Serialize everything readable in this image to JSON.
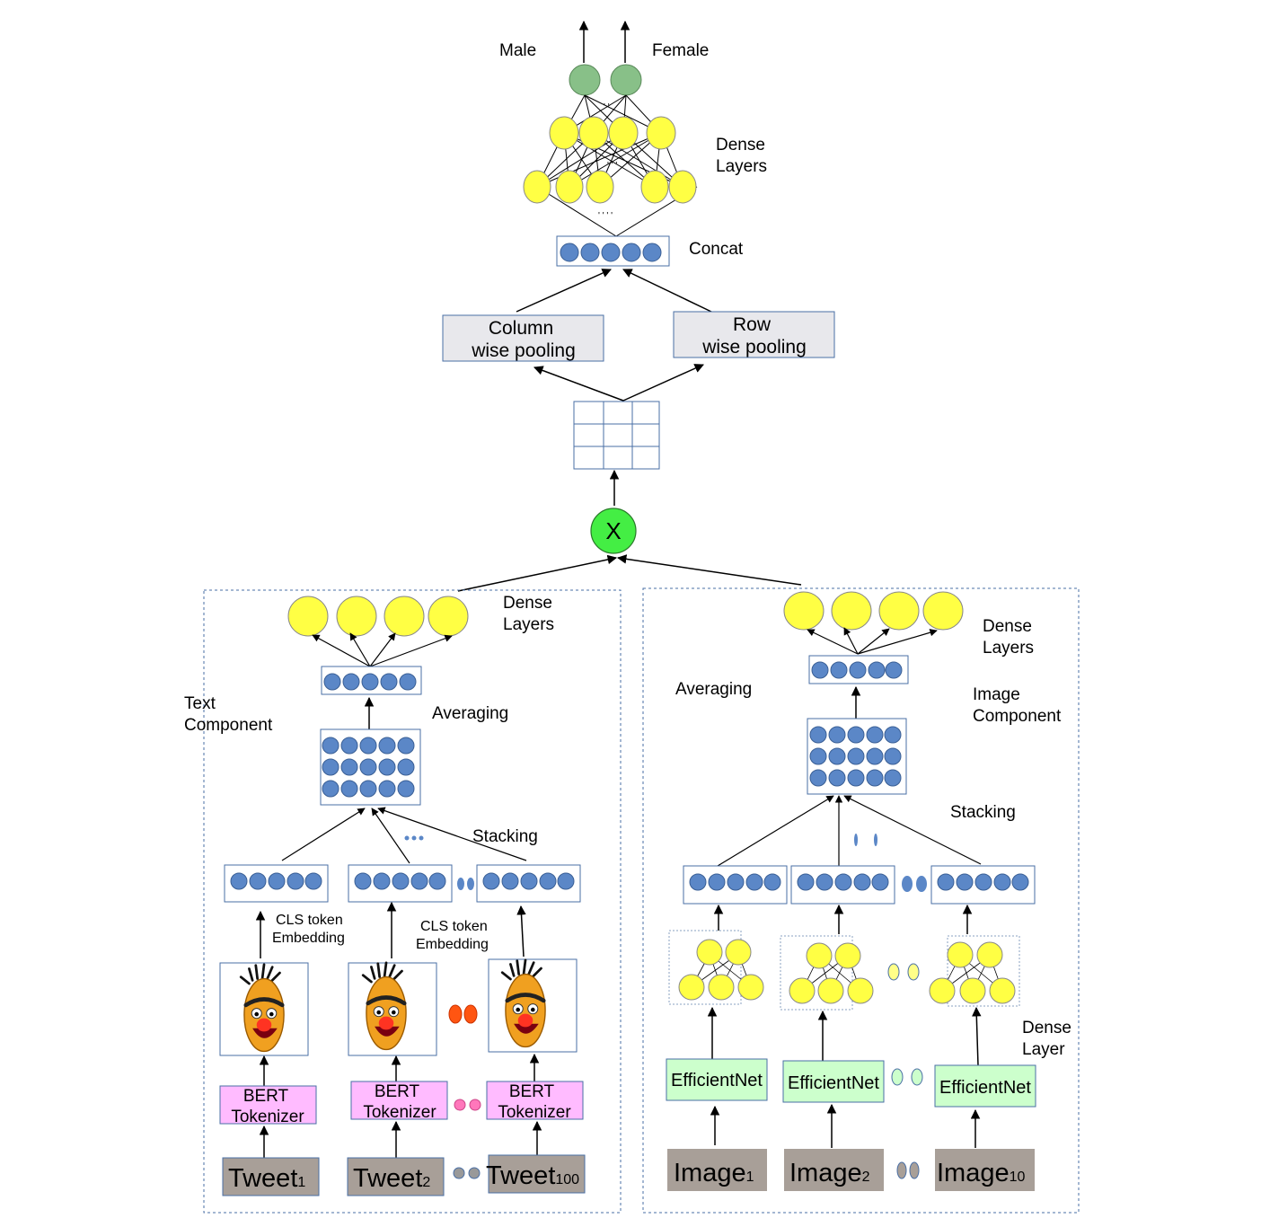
{
  "top": {
    "out_left": "Male",
    "out_right": "Female",
    "dense_line1": "Dense",
    "dense_line2": "Layers",
    "concat": "Concat",
    "col_pool_line1": "Column",
    "col_pool_line2": "wise pooling",
    "row_pool_line1": "Row",
    "row_pool_line2": "wise pooling",
    "multiply": "X"
  },
  "text_component": {
    "title_line1": "Text",
    "title_line2": "Component",
    "dense_line1": "Dense",
    "dense_line2": "Layers",
    "averaging": "Averaging",
    "stacking": "Stacking",
    "cls_line1": "CLS token",
    "cls_line2": "Embedding",
    "tokenizer_line1": "BERT",
    "tokenizer_line2": "Tokenizer",
    "tweets": [
      {
        "base": "Tweet",
        "sub": "1"
      },
      {
        "base": "Tweet",
        "sub": "2"
      },
      {
        "base": "Tweet",
        "sub": "100"
      }
    ]
  },
  "image_component": {
    "title_line1": "Image",
    "title_line2": "Component",
    "dense_line1": "Dense",
    "dense_line2": "Layers",
    "averaging": "Averaging",
    "stacking": "Stacking",
    "dense_layer_line1": "Dense",
    "dense_layer_line2": "Layer",
    "encoder": "EfficientNet",
    "images": [
      {
        "base": "Image",
        "sub": "1"
      },
      {
        "base": "Image",
        "sub": "2"
      },
      {
        "base": "Image",
        "sub": "10"
      }
    ]
  },
  "colors": {
    "neuron_blue": "#5b87c7",
    "neuron_yellow": "#ffff44",
    "output_green": "#88c088",
    "multiply_green": "#44ee44",
    "tokenizer_pink": "#ffbbff",
    "efficientnet_green": "#ccffcc",
    "input_gray": "#a89f98",
    "pool_gray": "#e8e8ec",
    "box_stroke": "#4a6fa5"
  },
  "icons": {
    "bert": "bert-character-icon"
  }
}
